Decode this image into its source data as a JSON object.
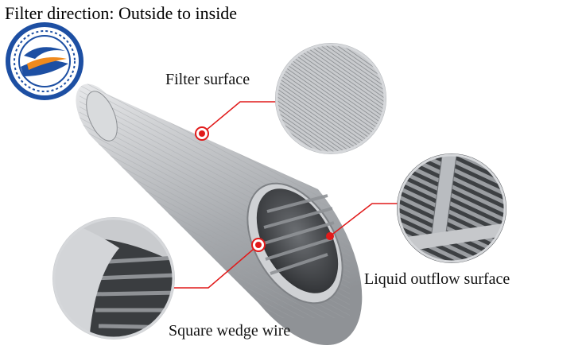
{
  "title": "Filter direction: Outside to inside",
  "labels": {
    "filter_surface": "Filter surface",
    "liquid_outflow_surface": "Liquid outflow surface",
    "square_wedge_wire": "Square wedge wire"
  },
  "colors": {
    "callout_line": "#e11a1a",
    "logo_blue": "#1d4fa3",
    "logo_orange": "#f08a1d",
    "metal": "#b9bcc0"
  },
  "icons": {
    "logo": "company-logo-icon"
  }
}
